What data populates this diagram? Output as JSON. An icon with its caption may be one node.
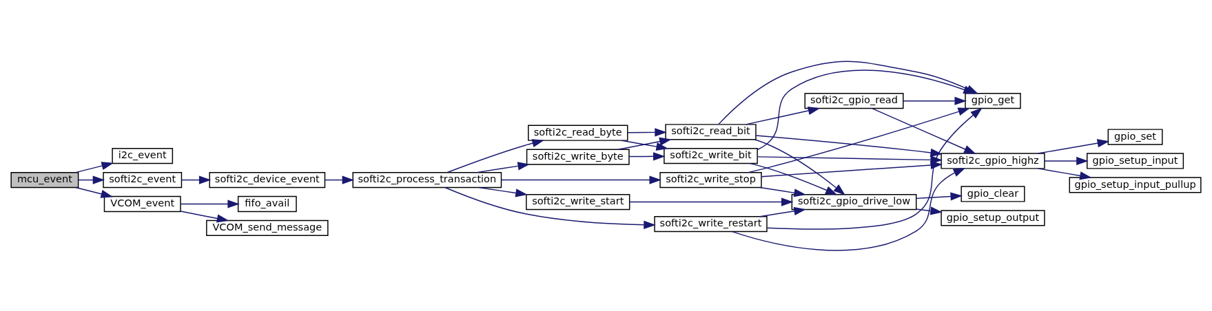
{
  "diagram": {
    "nodes": [
      {
        "text": [
          "mcu_event"
        ]
      },
      {
        "text": [
          "i2c_event"
        ]
      },
      {
        "text": [
          "softi2c_event"
        ]
      },
      {
        "text": [
          "VCOM_event"
        ]
      },
      {
        "text": [
          "softi2c_device_event"
        ]
      },
      {
        "text": [
          "fifo_avail"
        ]
      },
      {
        "text": [
          "VCOM_send_message"
        ]
      },
      {
        "text": [
          "softi2c_process_transaction"
        ]
      },
      {
        "text": [
          "softi2c_write_byte"
        ]
      },
      {
        "text": [
          "softi2c_read_byte"
        ]
      },
      {
        "text": [
          "softi2c_write_start"
        ]
      },
      {
        "text": [
          "softi2c_write_stop"
        ]
      },
      {
        "text": [
          "softi2c_read_bit"
        ]
      },
      {
        "text": [
          "softi2c_write_bit"
        ]
      },
      {
        "text": [
          "softi2c_write_restart"
        ]
      },
      {
        "text": [
          "softi2c_gpio_read"
        ]
      },
      {
        "text": [
          "softi2c_gpio_drive_low"
        ]
      },
      {
        "text": [
          "gpio_get"
        ]
      },
      {
        "text": [
          "softi2c_gpio_highz"
        ]
      },
      {
        "text": [
          "gpio_clear"
        ]
      },
      {
        "text": [
          "gpio_setup_output"
        ]
      },
      {
        "text": [
          "gpio_set"
        ]
      },
      {
        "text": [
          "gpio_setup_input"
        ]
      },
      {
        "text": [
          "gpio_setup_input_pullup"
        ]
      }
    ],
    "edges": [
      {
        "from": 0,
        "to": 1,
        "arrow": "to"
      },
      {
        "from": 0,
        "to": 2,
        "arrow": "to"
      },
      {
        "from": 0,
        "to": 3,
        "arrow": "to"
      },
      {
        "from": 2,
        "to": 4,
        "arrow": "to"
      },
      {
        "from": 3,
        "to": 5,
        "arrow": "to"
      },
      {
        "from": 3,
        "to": 6,
        "arrow": "to"
      },
      {
        "from": 4,
        "to": 7,
        "arrow": "to"
      },
      {
        "from": 7,
        "to": 8,
        "arrow": "to"
      },
      {
        "from": 7,
        "to": 9,
        "arrow": "to"
      },
      {
        "from": 7,
        "to": 14,
        "arrow": "to"
      },
      {
        "from": 7,
        "to": 10,
        "arrow": "to"
      },
      {
        "from": 7,
        "to": 11,
        "arrow": "to"
      },
      {
        "from": 8,
        "to": 12,
        "arrow": "to"
      },
      {
        "from": 8,
        "to": 13,
        "arrow": "to"
      },
      {
        "from": 9,
        "to": 12,
        "arrow": "to"
      },
      {
        "from": 9,
        "to": 13,
        "arrow": "to"
      },
      {
        "from": 12,
        "to": 17,
        "arrow": "to"
      },
      {
        "from": 12,
        "to": 15,
        "arrow": "to"
      },
      {
        "from": 12,
        "to": 18,
        "arrow": "to"
      },
      {
        "from": 12,
        "to": 16,
        "arrow": "to"
      },
      {
        "from": 13,
        "to": 17,
        "arrow": "to"
      },
      {
        "from": 13,
        "to": 18,
        "arrow": "to"
      },
      {
        "from": 13,
        "to": 16,
        "arrow": "to"
      },
      {
        "from": 14,
        "to": 17,
        "arrow": "to"
      },
      {
        "from": 14,
        "to": 18,
        "arrow": "to"
      },
      {
        "from": 14,
        "to": 16,
        "arrow": "to"
      },
      {
        "from": 10,
        "to": 16,
        "arrow": "to"
      },
      {
        "from": 11,
        "to": 16,
        "arrow": "to"
      },
      {
        "from": 11,
        "to": 17,
        "arrow": "to"
      },
      {
        "from": 11,
        "to": 18,
        "arrow": "to"
      },
      {
        "from": 15,
        "to": 17,
        "arrow": "to"
      },
      {
        "from": 15,
        "to": 18,
        "arrow": "to"
      },
      {
        "from": 16,
        "to": 19,
        "arrow": "to"
      },
      {
        "from": 16,
        "to": 20,
        "arrow": "to"
      },
      {
        "from": 18,
        "to": 21,
        "arrow": "to"
      },
      {
        "from": 18,
        "to": 22,
        "arrow": "to"
      },
      {
        "from": 18,
        "to": 23,
        "arrow": "to"
      }
    ]
  }
}
